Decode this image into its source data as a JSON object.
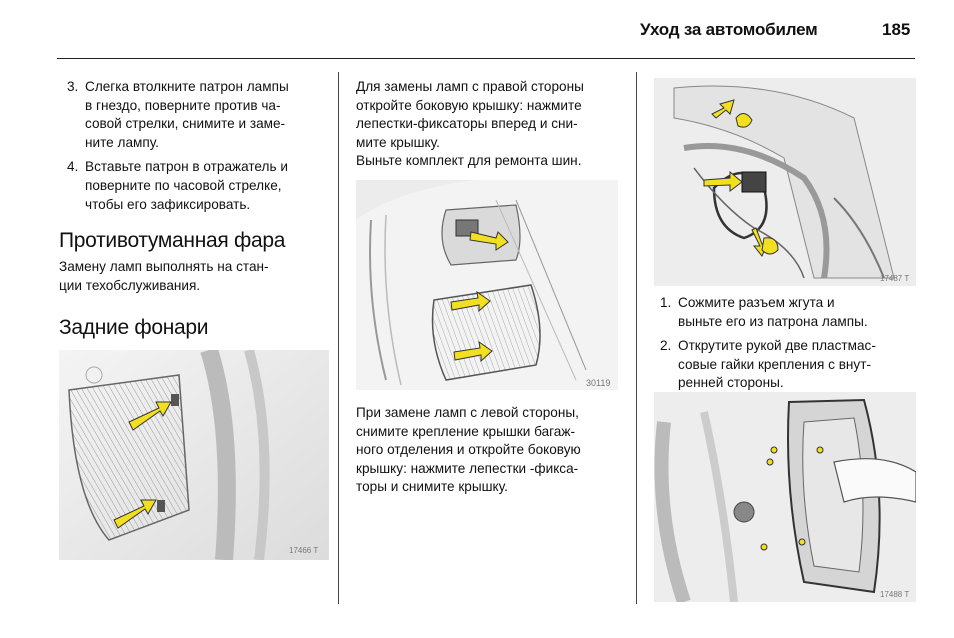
{
  "header": {
    "title": "Уход за автомобилем",
    "page_number": "185"
  },
  "col1": {
    "step3_num": "3.",
    "step3_lines": [
      "Слегка втолкните патрон лампы",
      "в гнездо, поверните против ча-",
      "совой стрелки, снимите и заме-",
      "ните лампу."
    ],
    "step4_num": "4.",
    "step4_lines": [
      "Вставьте патрон в отражатель и",
      "поверните по часовой стрелке,",
      "чтобы его зафиксировать."
    ],
    "fog_heading": "Противотуманная фара",
    "fog_lines": [
      "Замену ламп выполнять на стан-",
      "ции техобслуживания."
    ],
    "rear_heading": "Задние фонари",
    "figure_code": "17466 T"
  },
  "col2": {
    "para1_lines": [
      "Для замены ламп с правой стороны",
      "откройте боковую крышку: нажмите",
      "лепестки-фиксаторы вперед и сни-",
      "мите крышку."
    ],
    "para2_lines": [
      "Выньте комплект для ремонта шин."
    ],
    "figure_code": "30119",
    "para3_lines": [
      "При замене ламп с левой стороны,",
      "снимите крепление крышки багаж-",
      "ного отделения и откройте боковую",
      "крышку: нажмите лепестки -фикса-",
      "торы и снимите крышку."
    ]
  },
  "col3": {
    "figure1_code": "17487 T",
    "step1_num": "1.",
    "step1_lines": [
      "Сожмите разъем жгута и",
      "выньте его из патрона лампы."
    ],
    "step2_num": "2.",
    "step2_lines": [
      "Открутите рукой две пластмас-",
      "совые гайки крепления с внут-",
      "ренней стороны."
    ],
    "figure2_code": "17488 T"
  },
  "colors": {
    "arrow_yellow": "#f2e020",
    "arrow_outline": "#333333",
    "panel_gray": "#d9d9d9",
    "line_gray": "#555555"
  }
}
